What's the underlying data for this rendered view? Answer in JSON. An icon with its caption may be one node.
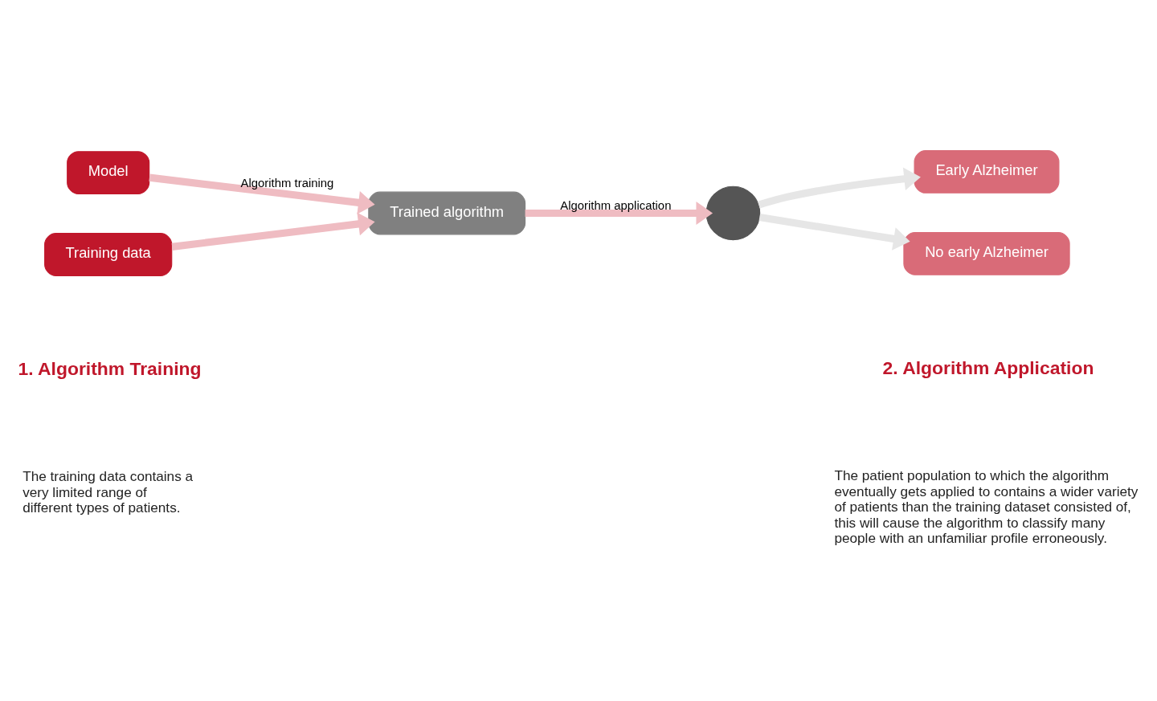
{
  "diagram": {
    "nodes": [
      {
        "text": [
          "Model"
        ]
      },
      {
        "text": [
          "Training data"
        ]
      },
      {
        "text": [
          "Trained algorithm"
        ]
      },
      {
        "text": [],
        "shape": "person"
      },
      {
        "text": [
          "Early Alzheimer"
        ]
      },
      {
        "text": [
          "No early Alzheimer"
        ]
      }
    ],
    "edges": [
      {
        "from": 0,
        "to": 2,
        "arrow": "to",
        "label": "Algorithm training"
      },
      {
        "from": 1,
        "to": 2,
        "arrow": "to"
      },
      {
        "from": 2,
        "to": 3,
        "arrow": "to",
        "label": "Algorithm application"
      },
      {
        "from": 3,
        "to": 4,
        "arrow": "to",
        "color": "#e6e6e6"
      },
      {
        "from": 3,
        "to": 5,
        "arrow": "to",
        "color": "#e6e6e6"
      }
    ],
    "labels": [
      "1. Algorithm Training",
      "The training data contains a very limited range of different types of patients.",
      "2. Algorithm Application",
      "The patient population to which the algorithm eventually gets applied to contains a wider variety of patients than the training dataset consisted of, this will cause the algorithm to classify many people with an unfamiliar profile erroneously."
    ]
  }
}
